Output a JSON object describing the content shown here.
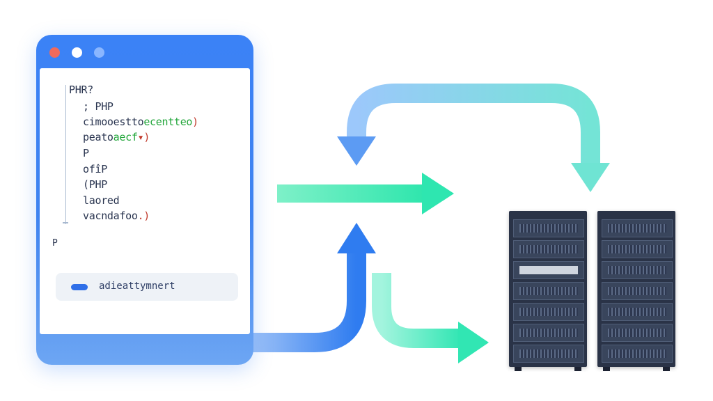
{
  "window": {
    "code_lines": [
      {
        "text": "PHR?",
        "accent": ""
      },
      {
        "text": "; PHP",
        "accent": ""
      },
      {
        "text": "cimooestto",
        "accent": "ecentteo",
        "tail": ")"
      },
      {
        "text": "peato",
        "accent": "aecf",
        "tail": "▾)"
      },
      {
        "text": "P",
        "accent": ""
      },
      {
        "text": "ofîP",
        "accent": ""
      },
      {
        "text": "(PHP",
        "accent": ""
      },
      {
        "text": "laored",
        "accent": ""
      },
      {
        "text": "vacndafoo",
        "accent": "",
        "tail": ".)"
      },
      {
        "text": "P",
        "accent": ""
      }
    ],
    "field_text": "adieattymnert"
  },
  "colors": {
    "window_blue": "#3b82f6",
    "arrow_teal": "#2ee6b0",
    "arrow_blue": "#2f7cf0",
    "rack_dark": "#2a3347"
  },
  "icons": [
    "window-close-dot",
    "window-minimize-dot",
    "window-maximize-dot",
    "server-rack-icon",
    "server-rack-icon"
  ]
}
